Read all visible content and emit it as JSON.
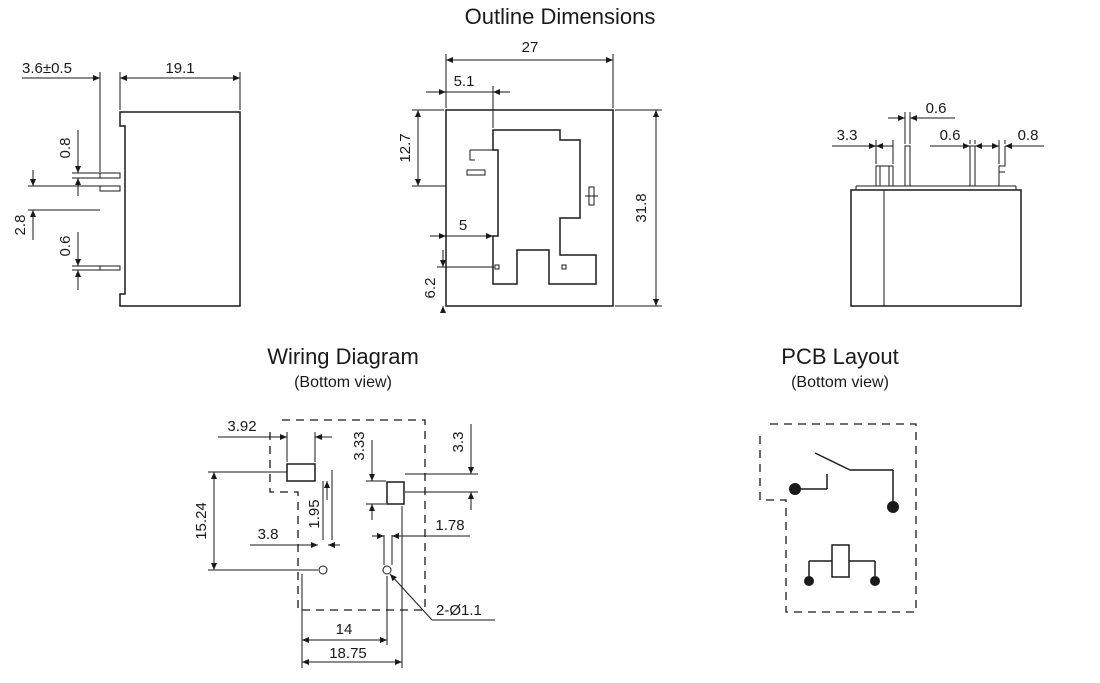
{
  "titles": {
    "outline": "Outline Dimensions",
    "wiring": "Wiring Diagram",
    "wiring_sub": "(Bottom view)",
    "pcb": "PCB Layout",
    "pcb_sub": "(Bottom view)"
  },
  "side_view": {
    "d_offset": "3.6±0.5",
    "d_depth": "19.1",
    "d_pin_a": "0.8",
    "d_pitch": "2.8",
    "d_pin_b": "0.6"
  },
  "front_view": {
    "d_width": "27",
    "d_top_offset": "5.1",
    "d_height_a": "12.7",
    "d_height": "31.8",
    "d_left": "5",
    "d_bottom": "6.2"
  },
  "end_view": {
    "d_pin_gap": "3.3",
    "d_pin_w1": "0.6",
    "d_pin_w2": "0.6",
    "d_pin_w3": "0.8"
  },
  "wiring": {
    "d_392": "3.92",
    "d_333": "3.33",
    "d_33": "3.3",
    "d_1524": "15.24",
    "d_195": "1.95",
    "d_38": "3.8",
    "d_178": "1.78",
    "d_holes": "2-Ø1.1",
    "d_14": "14",
    "d_1875": "18.75"
  }
}
